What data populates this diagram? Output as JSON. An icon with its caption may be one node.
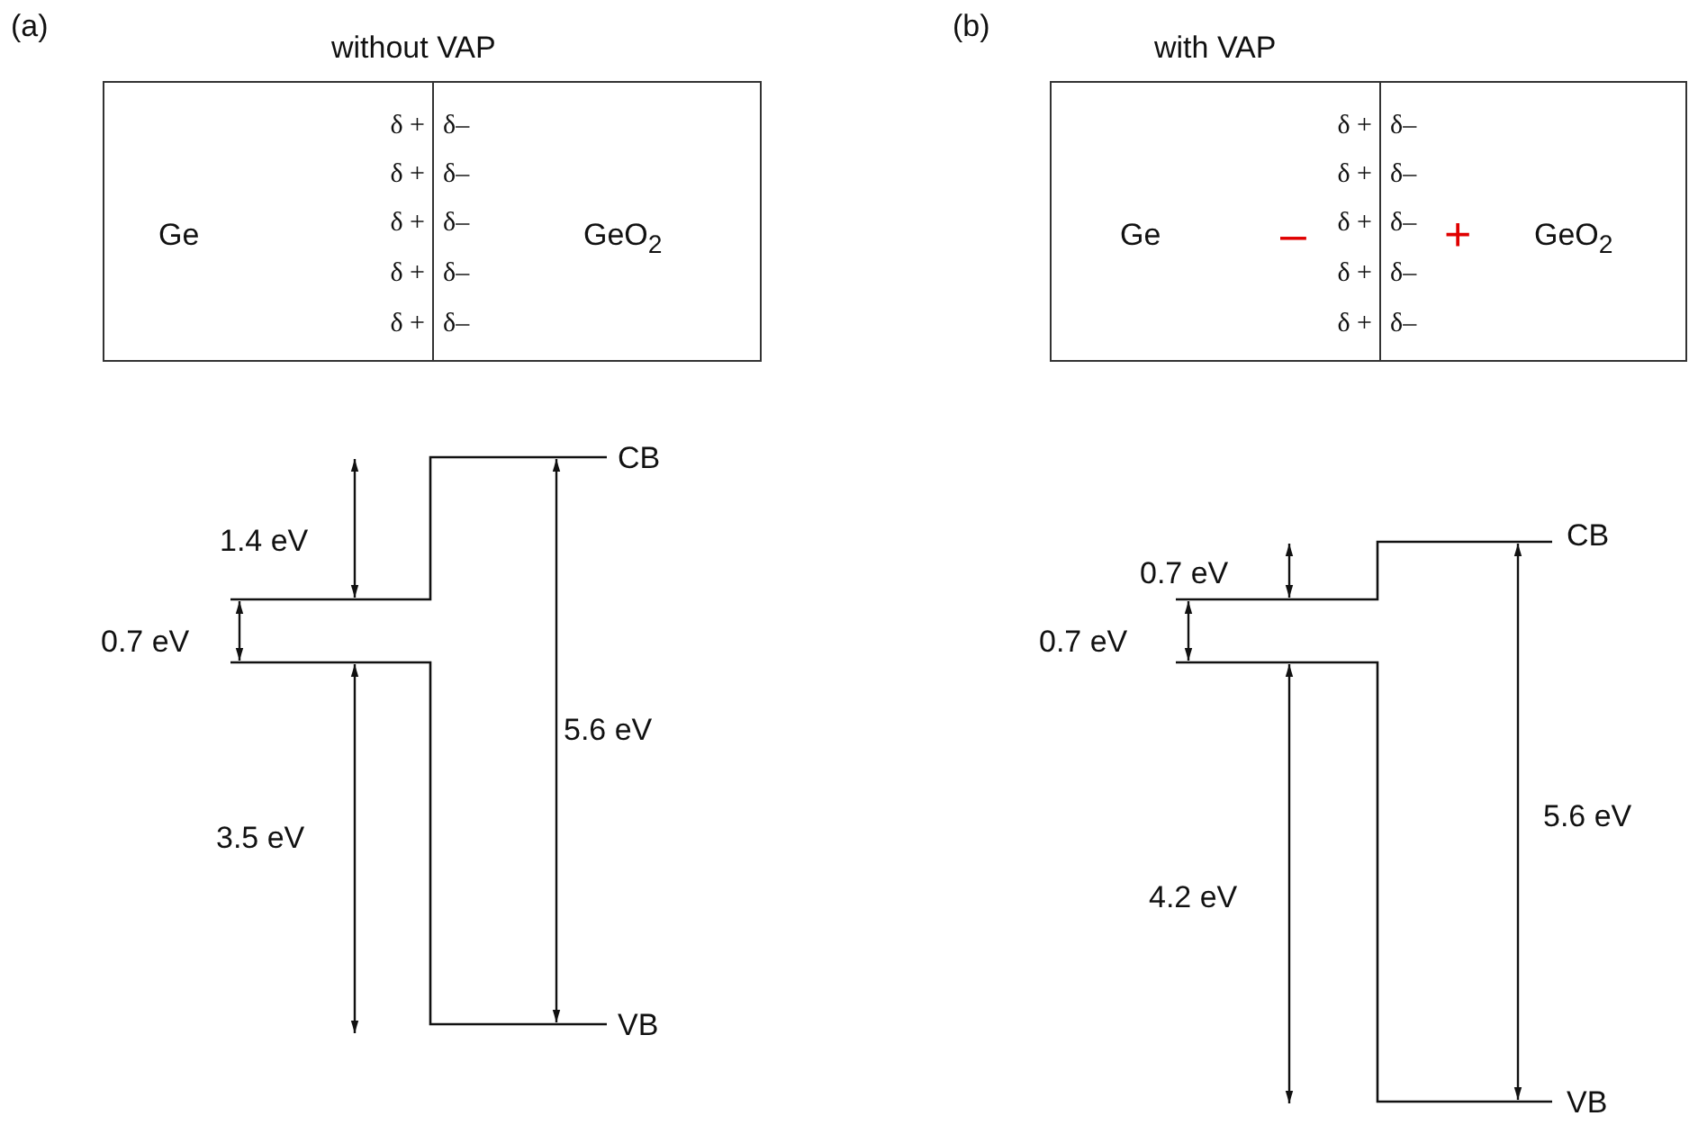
{
  "diagram": {
    "nodes": [
      {
        "text": [
          "Ge",
          "δ +",
          "δ–",
          "δ +",
          "δ–",
          "δ +",
          "δ–",
          "δ +",
          "δ–",
          "δ +",
          "δ–",
          "GeO$_{2}$"
        ],
        "beside": [
          "without VAP"
        ]
      },
      {
        "text": [
          "Ge",
          "–",
          "δ +",
          "δ–",
          "δ +",
          "δ–",
          "δ +",
          "δ–",
          "δ +",
          "δ–",
          "δ +",
          "δ–",
          "+",
          "GeO$_{2}$"
        ],
        "beside": [
          "with VAP"
        ]
      }
    ],
    "labels": [
      "(a)",
      "(b)",
      "CB",
      "1.4 eV",
      "0.7 eV",
      "5.6 eV",
      "3.5 eV",
      "VB",
      "CB",
      "0.7 eV",
      "0.7 eV",
      "5.6 eV",
      "4.2 eV",
      "VB"
    ]
  }
}
